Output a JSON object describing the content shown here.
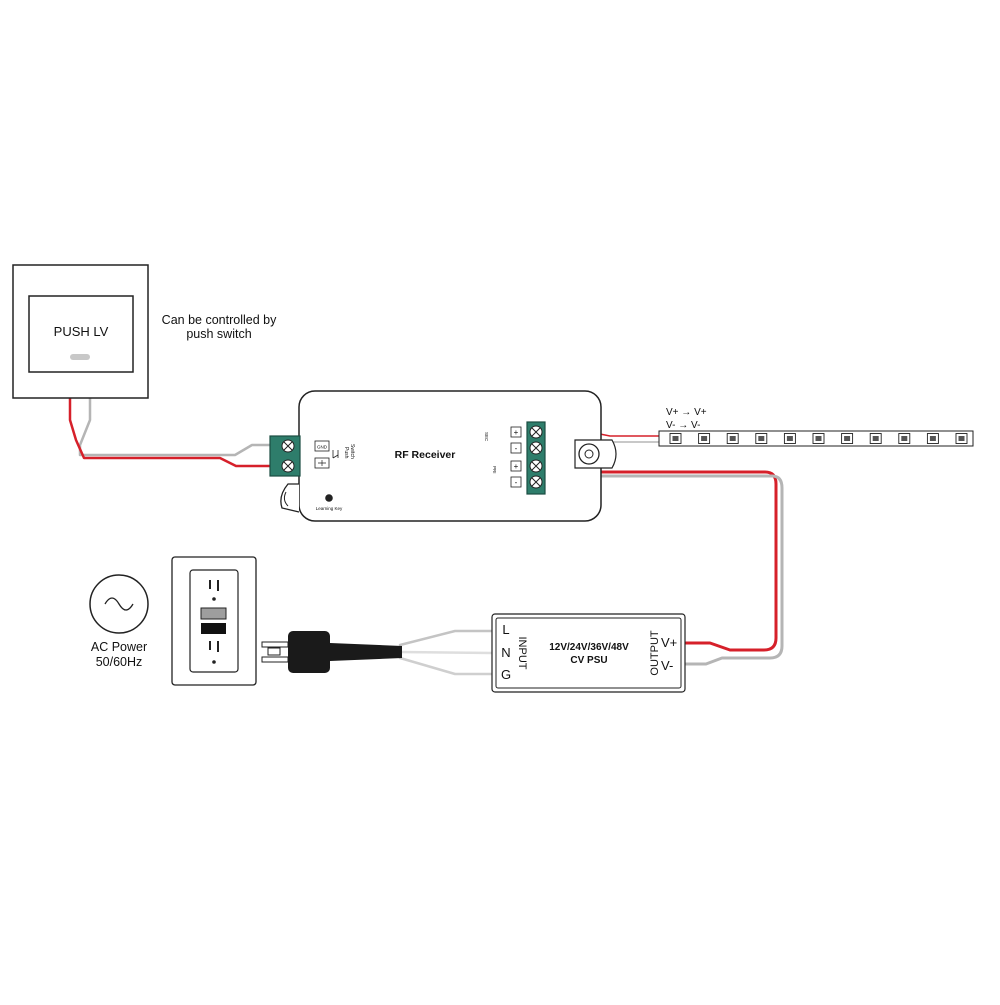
{
  "push_switch": {
    "label": "PUSH LV",
    "caption_line1": "Can be controlled by",
    "caption_line2": "push switch"
  },
  "receiver": {
    "title": "RF Receiver",
    "push_switch_line1": "Push",
    "push_switch_line2": "Switch",
    "gnd_label": "GND",
    "learning_key": "Learning Key",
    "sec_label": "SEC",
    "pri_label": "PRI",
    "terminal_plus": "+",
    "terminal_minus": "-"
  },
  "led_strip": {
    "vplus_label": "V+ → V+",
    "vminus_label": "V- → V-"
  },
  "ac_power": {
    "line1": "AC Power",
    "line2": "50/60Hz"
  },
  "psu": {
    "title_line1": "12V/24V/36V/48V",
    "title_line2": "CV PSU",
    "input_label": "INPUT",
    "output_label": "OUTPUT",
    "l_label": "L",
    "n_label": "N",
    "g_label": "G",
    "vplus": "V+",
    "vminus": "V-"
  },
  "colors": {
    "red_wire": "#d6202a",
    "gray_wire": "#b5b5b5",
    "terminal_green": "#2e7d6b",
    "outline": "#222222"
  }
}
